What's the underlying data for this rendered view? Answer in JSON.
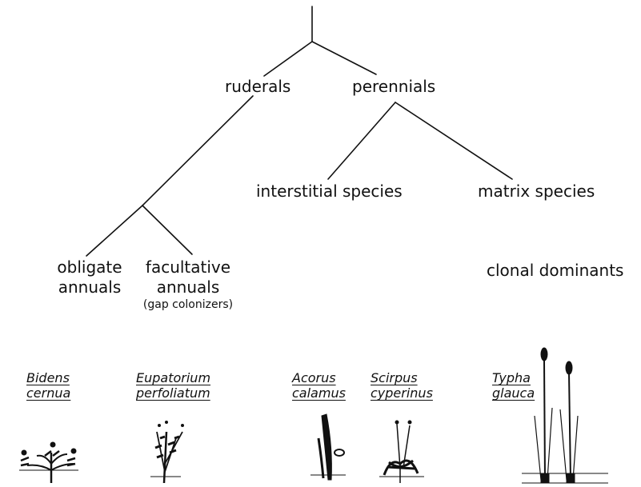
{
  "tree": {
    "ruderals": "ruderals",
    "perennials": "perennials",
    "interstitial": "interstitial  species",
    "matrix": "matrix  species",
    "obligate_line1": "obligate",
    "obligate_line2": "annuals",
    "facultative_line1": "facultative",
    "facultative_line2": "annuals",
    "facultative_note": "(gap colonizers)",
    "clonal": "clonal  dominants"
  },
  "species": [
    {
      "genus": "Bidens",
      "epithet": "cernua"
    },
    {
      "genus": "Eupatorium",
      "epithet": "perfoliatum"
    },
    {
      "genus": "Acorus",
      "epithet": "calamus"
    },
    {
      "genus": "Scirpus",
      "epithet": "cyperinus"
    },
    {
      "genus": "Typha",
      "epithet": "glauca"
    }
  ],
  "colors": {
    "ink": "#111111",
    "background": "#ffffff"
  }
}
